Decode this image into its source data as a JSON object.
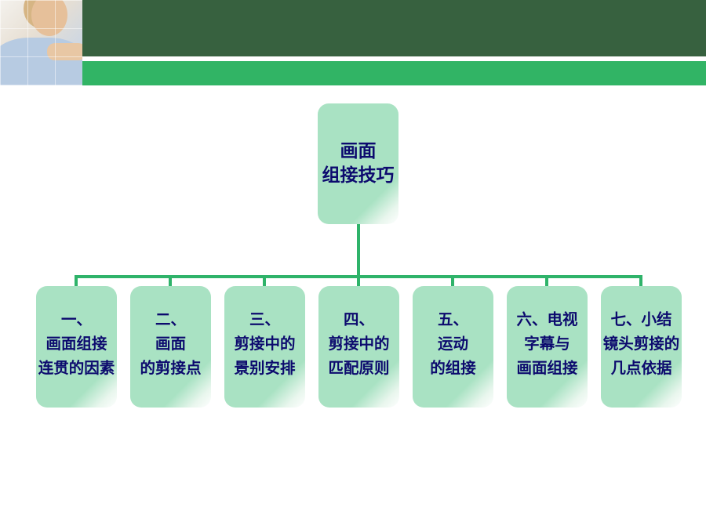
{
  "root": {
    "label": "画面\n组接技巧"
  },
  "children": [
    {
      "label": "一、\n画面组接\n连贯的因素"
    },
    {
      "label": "二、\n画面\n的剪接点"
    },
    {
      "label": "三、\n剪接中的\n景别安排"
    },
    {
      "label": "四、\n剪接中的\n匹配原则"
    },
    {
      "label": "五、\n运动\n的组接"
    },
    {
      "label": "六、电视\n字幕与\n画面组接"
    },
    {
      "label": "七、小结\n镜头剪接的\n几点依据"
    }
  ],
  "colors": {
    "header_dark": "#37613f",
    "header_green": "#31b465",
    "node_fill": "#a9e2c3",
    "connector": "#2fb36a",
    "text": "#0c0a6e"
  }
}
